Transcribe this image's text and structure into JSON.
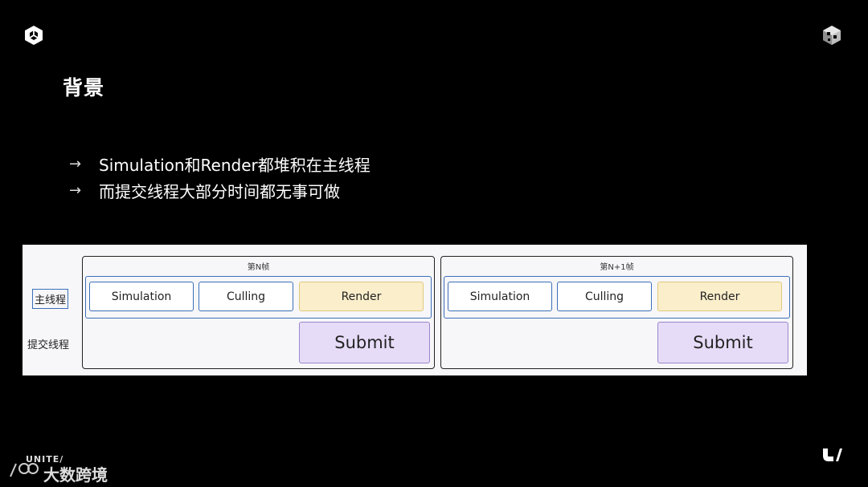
{
  "slide": {
    "title": "背景",
    "bullets": [
      "Simulation和Render都堆积在主线程",
      "而提交线程大部分时间都无事可做"
    ]
  },
  "diagram": {
    "row_labels": {
      "main": "主线程",
      "submit": "提交线程"
    },
    "frames": [
      {
        "title": "第N帧",
        "tasks": [
          "Simulation",
          "Culling",
          "Render"
        ],
        "submit": "Submit"
      },
      {
        "title": "第N+1帧",
        "tasks": [
          "Simulation",
          "Culling",
          "Render"
        ],
        "submit": "Submit"
      }
    ],
    "colors": {
      "task_border": "#3b6fb8",
      "render_fill": "#fbeecb",
      "submit_fill": "#e6dcf7"
    }
  },
  "footer": {
    "event": "UNITE/",
    "brand": "大数跨境"
  },
  "icons": {
    "top_left": "unity-logo-icon",
    "top_right": "unity-cube-icon",
    "bottom_left": "watermark-icon",
    "bottom_right": "unity-u-logo-icon"
  }
}
